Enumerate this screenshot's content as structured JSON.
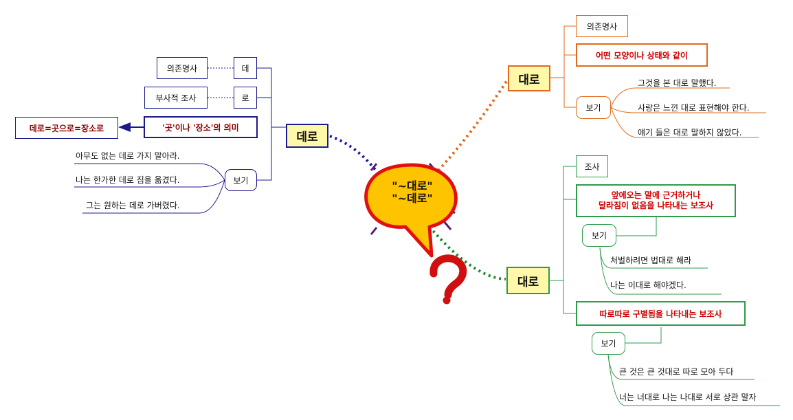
{
  "center": {
    "line1": "\"~대로\"",
    "line2": "\"~데로\""
  },
  "left": {
    "hub": "데로",
    "noun_label": "의존명사",
    "noun_value": "데",
    "particle_label": "부사적 조사",
    "particle_value": "로",
    "meaning": "'곳'이나 '장소'의 의미",
    "meaning_result": "데로=곳으로=장소로",
    "example_label": "보기",
    "examples": [
      "아무도 없는 데로 가지 말아라.",
      "나는 한가한 데로 짐을 옮겼다.",
      "그는 원하는 데로 가버렸다."
    ]
  },
  "top_right": {
    "hub": "대로",
    "type": "의존명사",
    "meaning": "어떤 모양이나 상태와 같이",
    "example_label": "보기",
    "examples": [
      "그것을 본 대로 말했다.",
      "사랑은 느낀 대로 표현해야 한다.",
      "얘기 들은 대로 말하지 않았다."
    ]
  },
  "bottom_right": {
    "hub": "대로",
    "type": "조사",
    "meaning1_line1": "앞에오는 말에 근거하거나",
    "meaning1_line2": "달라짐이 없음을 나타내는 보조사",
    "example_label_1": "보기",
    "examples1": [
      "처벌하려면 법대로 해라",
      "나는 이대로 해야겠다."
    ],
    "meaning2": "따로따로 구별됨을 나타내는 보조사",
    "example_label_2": "보기",
    "examples2": [
      "큰 것은 큰 것대로 따로 모아 두다",
      "너는 너대로 나는 나대로 서로 상관 말자"
    ]
  },
  "colors": {
    "left_branch": "#1a1a8c",
    "top_right_branch": "#e06a1a",
    "bottom_right_branch": "#2e9a4a",
    "hub_fill": "#fff8a8",
    "bubble_fill": "#ffc400",
    "bubble_stroke": "#e01010",
    "question_mark": "#d01010"
  },
  "icons": [
    "speech-bubble",
    "question-mark-icon",
    "arrow-left-icon"
  ]
}
